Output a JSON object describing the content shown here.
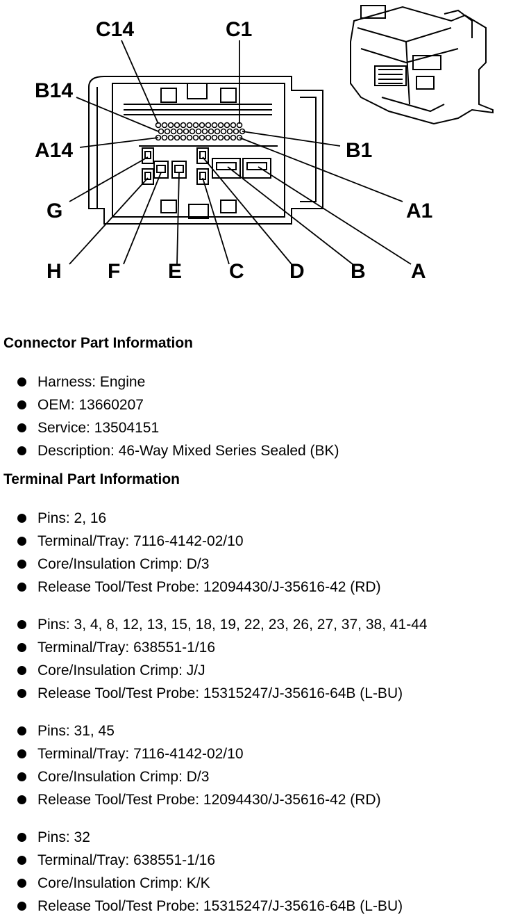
{
  "diagram": {
    "labels": {
      "c14": "C14",
      "c1": "C1",
      "b14": "B14",
      "a14": "A14",
      "b1": "B1",
      "a1": "A1",
      "g": "G",
      "h": "H",
      "f": "F",
      "e": "E",
      "c": "C",
      "d": "D",
      "b": "B",
      "a": "A"
    }
  },
  "connector": {
    "title": "Connector Part Information",
    "items": [
      "Harness: Engine",
      "OEM: 13660207",
      "Service: 13504151",
      "Description: 46-Way Mixed Series Sealed (BK)"
    ]
  },
  "terminal": {
    "title": "Terminal Part Information",
    "groups": [
      [
        "Pins: 2, 16",
        "Terminal/Tray: 7116-4142-02/10",
        "Core/Insulation Crimp: D/3",
        "Release Tool/Test Probe: 12094430/J-35616-42 (RD)"
      ],
      [
        "Pins: 3, 4, 8, 12, 13, 15, 18, 19, 22, 23, 26, 27, 37, 38, 41-44",
        "Terminal/Tray: 638551-1/16",
        "Core/Insulation Crimp: J/J",
        "Release Tool/Test Probe: 15315247/J-35616-64B (L-BU)"
      ],
      [
        "Pins: 31, 45",
        "Terminal/Tray: 7116-4142-02/10",
        "Core/Insulation Crimp: D/3",
        "Release Tool/Test Probe: 12094430/J-35616-42 (RD)"
      ],
      [
        "Pins: 32",
        "Terminal/Tray: 638551-1/16",
        "Core/Insulation Crimp: K/K",
        "Release Tool/Test Probe: 15315247/J-35616-64B (L-BU)"
      ]
    ]
  }
}
